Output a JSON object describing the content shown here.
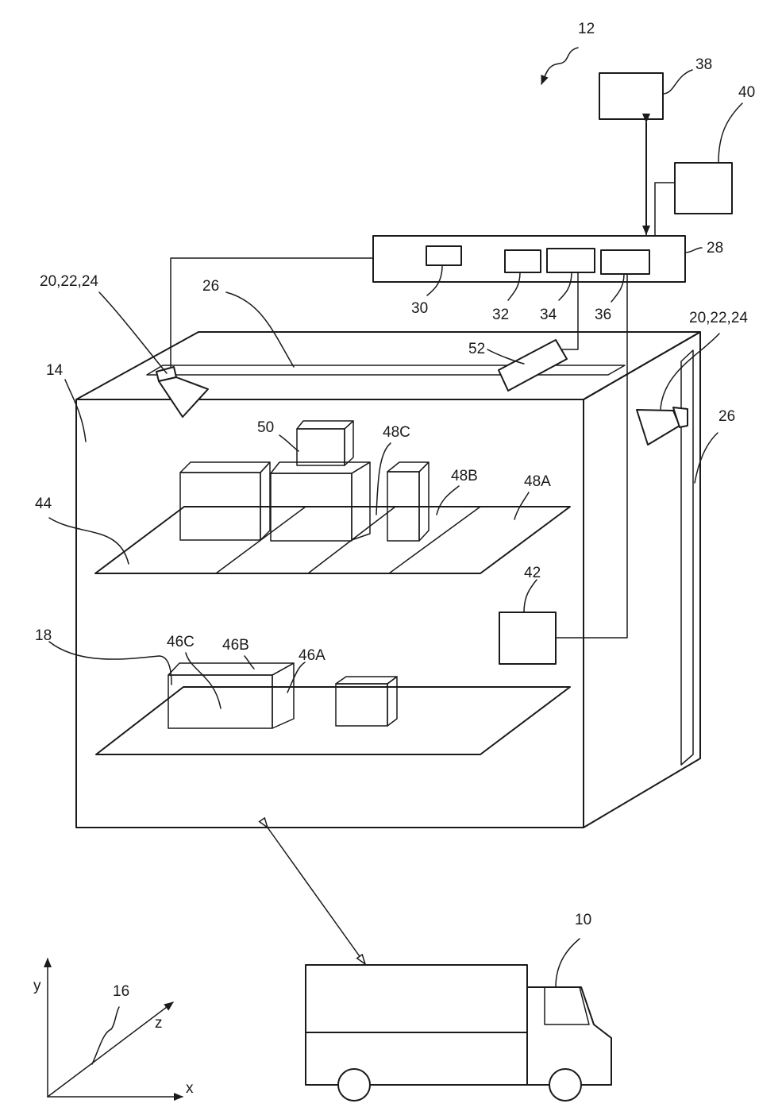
{
  "labels": {
    "system": "12",
    "device_38": "38",
    "device_40": "40",
    "controller": "28",
    "module_30": "30",
    "module_32": "32",
    "module_34": "34",
    "module_36": "36",
    "sensors_left": "20,22,24",
    "sensors_right": "20,22,24",
    "rail_top": "26",
    "rail_side": "26",
    "reader": "52",
    "storage": "14",
    "item_50": "50",
    "item_48C": "48C",
    "item_48B": "48B",
    "item_48A": "48A",
    "shelf_44": "44",
    "unit_42": "42",
    "shelf_18": "18",
    "item_46C": "46C",
    "item_46B": "46B",
    "item_46A": "46A",
    "vehicle": "10",
    "axis_label": "16",
    "axis_y": "y",
    "axis_z": "z",
    "axis_x": "x"
  }
}
